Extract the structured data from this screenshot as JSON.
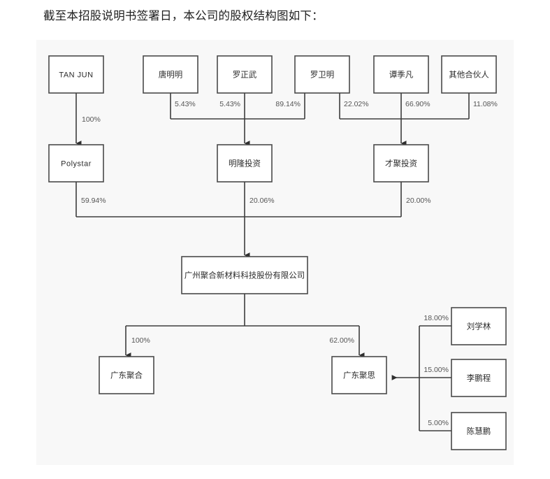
{
  "heading": "截至本招股说明书签署日，本公司的股权结构图如下：",
  "canvas": {
    "background": "#f8f8f8",
    "box_fill": "#ffffff",
    "box_stroke": "#4a4a4a",
    "line_color": "#3d3d3d",
    "label_color": "#555555"
  },
  "nodes": {
    "tan_jun": "TAN JUN",
    "tang_mingming": "唐明明",
    "luo_zhengwu": "罗正武",
    "luo_weiming": "罗卫明",
    "tan_jifan": "谭季凡",
    "other_partners": "其他合伙人",
    "polystar": "Polystar",
    "minglong": "明隆投资",
    "caiju": "才聚投资",
    "main_company": "广州聚合新材料科技股份有限公司",
    "guangdong_juhe": "广东聚合",
    "guangdong_jusi": "广东聚思",
    "liu_xuelin": "刘学林",
    "li_pengcheng": "李鹏程",
    "chen_huipeng": "陈慧鹏"
  },
  "edges": {
    "tanjun_to_polystar": "100%",
    "tangmingming_to_minglong": "5.43%",
    "luozhengwu_to_minglong": "5.43%",
    "luoweiming_to_minglong": "89.14%",
    "luoweiming_to_caiju": "22.02%",
    "tanjifan_to_caiju": "66.90%",
    "otherpartners_to_caiju": "11.08%",
    "polystar_to_main": "59.94%",
    "minglong_to_main": "20.06%",
    "caiju_to_main": "20.00%",
    "main_to_juhe": "100%",
    "main_to_jusi": "62.00%",
    "liuxuelin_to_jusi": "18.00%",
    "lipengcheng_to_jusi": "15.00%",
    "chenhuipeng_to_jusi": "5.00%"
  },
  "chart_data": {
    "type": "diagram",
    "title": "股权结构图",
    "diagram_kind": "equity-ownership-tree",
    "entities": [
      {
        "id": "tan_jun",
        "label": "TAN JUN",
        "tier": 1
      },
      {
        "id": "tang_mingming",
        "label": "唐明明",
        "tier": 1
      },
      {
        "id": "luo_zhengwu",
        "label": "罗正武",
        "tier": 1
      },
      {
        "id": "luo_weiming",
        "label": "罗卫明",
        "tier": 1
      },
      {
        "id": "tan_jifan",
        "label": "谭季凡",
        "tier": 1
      },
      {
        "id": "other_partners",
        "label": "其他合伙人",
        "tier": 1
      },
      {
        "id": "polystar",
        "label": "Polystar",
        "tier": 2
      },
      {
        "id": "minglong",
        "label": "明隆投资",
        "tier": 2
      },
      {
        "id": "caiju",
        "label": "才聚投资",
        "tier": 2
      },
      {
        "id": "main_company",
        "label": "广州聚合新材料科技股份有限公司",
        "tier": 3
      },
      {
        "id": "guangdong_juhe",
        "label": "广东聚合",
        "tier": 4
      },
      {
        "id": "guangdong_jusi",
        "label": "广东聚思",
        "tier": 4
      },
      {
        "id": "liu_xuelin",
        "label": "刘学林",
        "tier": 4
      },
      {
        "id": "li_pengcheng",
        "label": "李鹏程",
        "tier": 4
      },
      {
        "id": "chen_huipeng",
        "label": "陈慧鹏",
        "tier": 4
      }
    ],
    "relations": [
      {
        "from": "tan_jun",
        "to": "polystar",
        "value": 100.0,
        "label": "100%"
      },
      {
        "from": "tang_mingming",
        "to": "minglong",
        "value": 5.43,
        "label": "5.43%"
      },
      {
        "from": "luo_zhengwu",
        "to": "minglong",
        "value": 5.43,
        "label": "5.43%"
      },
      {
        "from": "luo_weiming",
        "to": "minglong",
        "value": 89.14,
        "label": "89.14%"
      },
      {
        "from": "luo_weiming",
        "to": "caiju",
        "value": 22.02,
        "label": "22.02%"
      },
      {
        "from": "tan_jifan",
        "to": "caiju",
        "value": 66.9,
        "label": "66.90%"
      },
      {
        "from": "other_partners",
        "to": "caiju",
        "value": 11.08,
        "label": "11.08%"
      },
      {
        "from": "polystar",
        "to": "main_company",
        "value": 59.94,
        "label": "59.94%"
      },
      {
        "from": "minglong",
        "to": "main_company",
        "value": 20.06,
        "label": "20.06%"
      },
      {
        "from": "caiju",
        "to": "main_company",
        "value": 20.0,
        "label": "20.00%"
      },
      {
        "from": "main_company",
        "to": "guangdong_juhe",
        "value": 100.0,
        "label": "100%"
      },
      {
        "from": "main_company",
        "to": "guangdong_jusi",
        "value": 62.0,
        "label": "62.00%"
      },
      {
        "from": "liu_xuelin",
        "to": "guangdong_jusi",
        "value": 18.0,
        "label": "18.00%"
      },
      {
        "from": "li_pengcheng",
        "to": "guangdong_jusi",
        "value": 15.0,
        "label": "15.00%"
      },
      {
        "from": "chen_huipeng",
        "to": "guangdong_jusi",
        "value": 5.0,
        "label": "5.00%"
      }
    ]
  }
}
